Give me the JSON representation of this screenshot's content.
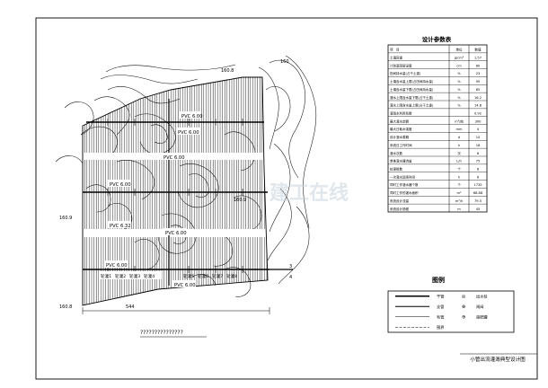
{
  "drawing": {
    "title": "小管出流灌溉典型设计图",
    "scale_text": "???????????????",
    "dimension_text": "544",
    "contour_labels": {
      "top_right_1": "160.8",
      "top_right_2": "160",
      "left_mid": "160.9",
      "left_bottom": "160.8",
      "center_1": "160.9",
      "right_1": "3",
      "right_2": "4"
    },
    "pipe_labels": [
      "PVC 6.00",
      "PVC 6.00",
      "PVC 6.00",
      "PVC 6.00",
      "PVC 6.32",
      "PVC 6.00",
      "PVC 6.00",
      "PVC 6.00"
    ],
    "block_labels": [
      "轮灌1",
      "轮灌2",
      "轮灌3",
      "轮灌4",
      "轮灌5",
      "轮灌6",
      "轮灌7",
      "轮灌8"
    ]
  },
  "params_table": {
    "title": "设计参数表",
    "headers": [
      "项　目",
      "单位",
      "数值"
    ],
    "rows": [
      [
        "土壤容重",
        "g/cm³",
        "1.57"
      ],
      [
        "计划湿润层深度",
        "cm",
        "80"
      ],
      [
        "田间持水量(占干土重)",
        "%",
        "23"
      ],
      [
        "土壤含水量上限(占田间持水量)",
        "%",
        "95"
      ],
      [
        "土壤含水量下限(占田间持水量)",
        "%",
        "65"
      ],
      [
        "灌水上限含水量下限(占干土重)",
        "%",
        "16.2"
      ],
      [
        "灌水上限含水量上限(占干土重)",
        "%",
        "14.8"
      ],
      [
        "灌溉水利用系数",
        "",
        "0.92"
      ],
      [
        "最大灌水定额",
        "m³/亩",
        "300"
      ],
      [
        "最大日耗水强度",
        "mm",
        "4"
      ],
      [
        "设计灌水周期",
        "d",
        "10"
      ],
      [
        "系统日工作时间",
        "h",
        "18"
      ],
      [
        "灌水次数",
        "次",
        "6"
      ],
      [
        "单株灌水器流量",
        "L/h",
        "75"
      ],
      [
        "轮灌组数",
        "个",
        "8"
      ],
      [
        "一次灌水延续时间",
        "h",
        "6"
      ],
      [
        "同时工作灌水器个数",
        "个",
        "1735"
      ],
      [
        "同时工作的灌水面积",
        "m²",
        "68.88"
      ],
      [
        "系统设计流量",
        "m³/h",
        "79.5"
      ],
      [
        "系统设计扬程",
        "m",
        "45"
      ]
    ]
  },
  "legend": {
    "title": "图例",
    "items": [
      {
        "symbol": "干管",
        "sym2": "◎",
        "label2": "出水桩"
      },
      {
        "symbol": "支管",
        "sym2": "⊗",
        "label2": "闸阀"
      },
      {
        "symbol": "毛管",
        "sym2": "⊕",
        "label2": "施肥罐"
      },
      {
        "symbol": "围界",
        "sym2": "",
        "label2": ""
      }
    ]
  },
  "watermark": "建工在线"
}
